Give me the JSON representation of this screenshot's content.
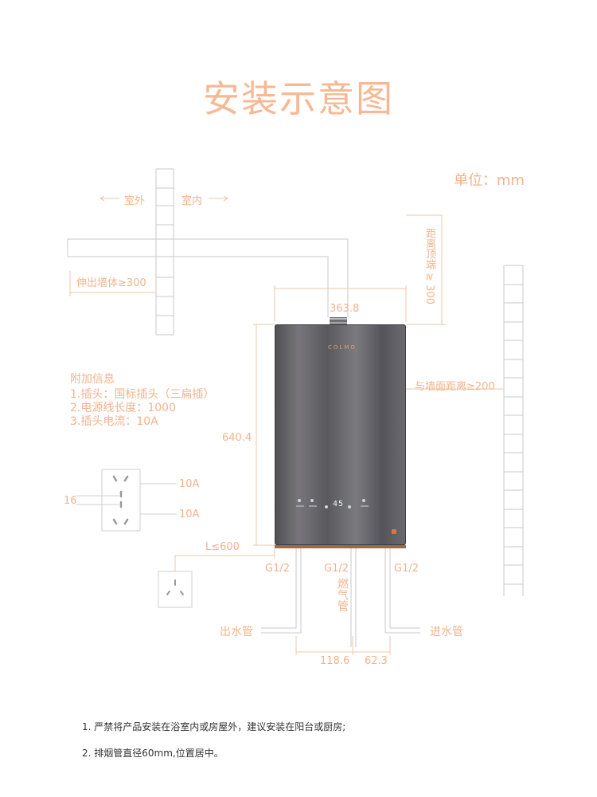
{
  "title": "安装示意图",
  "unit": "单位：mm",
  "labels": {
    "outdoor": "室外",
    "indoor": "室内",
    "extend_wall": "伸出墙体≥300",
    "top_distance": "距离顶端 ≥ 300",
    "width": "363.8",
    "wall_distance": "与墙面距离≥200",
    "height": "640.4",
    "cable_length": "L≤600",
    "g_left": "G1/2",
    "g_center": "G1/2",
    "g_right": "G1/2",
    "gas_pipe": "燃气管",
    "water_out": "出水管",
    "water_in": "进水管",
    "dim_left": "118.6",
    "dim_right": "62.3",
    "plug_16": "16",
    "plug_10a_top": "10A",
    "plug_10a_bottom": "10A"
  },
  "additional_info": {
    "heading": "附加信息",
    "line1": "1.插头：国标插头（三扁插）",
    "line2": "2.电源线长度：1000",
    "line3": "3.插头电流：10A"
  },
  "heater": {
    "brand": "COLMO",
    "display_value": "45"
  },
  "notes": {
    "note1": "1. 严禁将产品安装在浴室内或房屋外，建议安装在阳台或厨房;",
    "note2": "2. 排烟管直径60mm,位置居中。"
  },
  "colors": {
    "accent": "#f2b38c",
    "line": "#e9c2a8",
    "wall": "#c8c8c8",
    "heater": "#5f5e63"
  }
}
